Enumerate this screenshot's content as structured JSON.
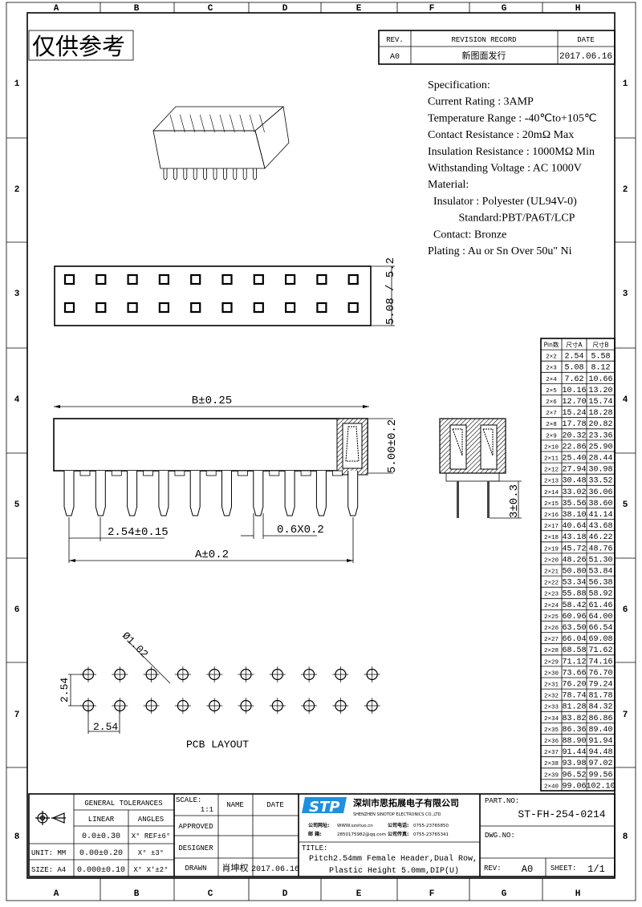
{
  "frame": {
    "columns": [
      "A",
      "B",
      "C",
      "D",
      "E",
      "F",
      "G",
      "H"
    ],
    "rows": [
      "1",
      "2",
      "3",
      "4",
      "5",
      "6",
      "7",
      "8"
    ]
  },
  "stamp": "仅供参考",
  "revision": {
    "headers": [
      "REV.",
      "REVISION RECORD",
      "DATE"
    ],
    "row": [
      "A0",
      "新图面发行",
      "2017.06.16"
    ]
  },
  "specification": [
    "Specification:",
    "Current Rating : 3AMP",
    "Temperature Range : -40℃to+105℃",
    "Contact Resistance : 20mΩ Max",
    "Insulation Resistance : 1000MΩ Min",
    "Withstanding Voltage : AC 1000V",
    "Material:",
    "  Insulator : Polyester (UL94V-0)",
    "           Standard:PBT/PA6T/LCP",
    "  Contact: Bronze",
    "Plating : Au or Sn Over 50u\" Ni"
  ],
  "dimensions": {
    "top_height": "5.08 / 5.2",
    "overall_length": "B±0.25",
    "body_height": "5.00±0.2",
    "pitch": "2.54±0.15",
    "pin_size": "0.6X0.2",
    "pin_span": "A±0.2",
    "tail_length": "3±0.3",
    "hole_dia": "Ø1.02",
    "pcb_pitch_v": "2.54",
    "pcb_pitch_h": "2.54",
    "pcb_label": "PCB LAYOUT"
  },
  "pin_table": {
    "headers": [
      "Pin数",
      "尺寸A",
      "尺寸B"
    ],
    "rows": [
      [
        "2×2",
        "2.54",
        "5.58"
      ],
      [
        "2×3",
        "5.08",
        "8.12"
      ],
      [
        "2×4",
        "7.62",
        "10.66"
      ],
      [
        "2×5",
        "10.16",
        "13.20"
      ],
      [
        "2×6",
        "12.70",
        "15.74"
      ],
      [
        "2×7",
        "15.24",
        "18.28"
      ],
      [
        "2×8",
        "17.78",
        "20.82"
      ],
      [
        "2×9",
        "20.32",
        "23.36"
      ],
      [
        "2×10",
        "22.86",
        "25.90"
      ],
      [
        "2×11",
        "25.40",
        "28.44"
      ],
      [
        "2×12",
        "27.94",
        "30.98"
      ],
      [
        "2×13",
        "30.48",
        "33.52"
      ],
      [
        "2×14",
        "33.02",
        "36.06"
      ],
      [
        "2×15",
        "35.56",
        "38.60"
      ],
      [
        "2×16",
        "38.10",
        "41.14"
      ],
      [
        "2×17",
        "40.64",
        "43.68"
      ],
      [
        "2×18",
        "43.18",
        "46.22"
      ],
      [
        "2×19",
        "45.72",
        "48.76"
      ],
      [
        "2×20",
        "48.26",
        "51.30"
      ],
      [
        "2×21",
        "50.80",
        "53.84"
      ],
      [
        "2×22",
        "53.34",
        "56.38"
      ],
      [
        "2×23",
        "55.88",
        "58.92"
      ],
      [
        "2×24",
        "58.42",
        "61.46"
      ],
      [
        "2×25",
        "60.96",
        "64.00"
      ],
      [
        "2×26",
        "63.50",
        "66.54"
      ],
      [
        "2×27",
        "66.04",
        "69.08"
      ],
      [
        "2×28",
        "68.58",
        "71.62"
      ],
      [
        "2×29",
        "71.12",
        "74.16"
      ],
      [
        "2×30",
        "73.66",
        "76.70"
      ],
      [
        "2×31",
        "76.20",
        "79.24"
      ],
      [
        "2×32",
        "78.74",
        "81.78"
      ],
      [
        "2×33",
        "81.28",
        "84.32"
      ],
      [
        "2×34",
        "83.82",
        "86.86"
      ],
      [
        "2×35",
        "86.36",
        "89.40"
      ],
      [
        "2×36",
        "88.90",
        "91.94"
      ],
      [
        "2×37",
        "91.44",
        "94.48"
      ],
      [
        "2×38",
        "93.98",
        "97.02"
      ],
      [
        "2×39",
        "96.52",
        "99.56"
      ],
      [
        "2×40",
        "99.06",
        "102.10"
      ]
    ]
  },
  "title_block": {
    "general_tolerances": "GENERAL TOLERANCES",
    "linear": "LINEAR",
    "angles": "ANGLES",
    "tol_rows": [
      [
        "0.0±0.30",
        "X° REF±6°"
      ],
      [
        "0.00±0.20",
        "X° ±3°"
      ],
      [
        "0.000±0.10",
        "X° X'±2°"
      ]
    ],
    "unit": "UNIT: MM",
    "size": "SIZE: A4",
    "scale_label": "SCALE:",
    "scale": "1:1",
    "name": "NAME",
    "date": "DATE",
    "approved": "APPROVED",
    "designer": "DESIGNER",
    "drawn": "DRAWN",
    "drawn_name": "肖坤权",
    "drawn_date": "2017.06.16",
    "company_logo": "STP",
    "company_cn": "深圳市思拓展电子有限公司",
    "company_en": "SHENZHEN SINOTOP ELECTRONICS CO.,LTD",
    "website_label": "公司网址:",
    "website": "WWW.szsituo.cn",
    "email_label": "邮    箱:",
    "email": "2850175982@qq.com",
    "phone_label": "公司电话:",
    "phone": "0755-23765850",
    "fax_label": "公司传真:",
    "fax": "0755-23765341",
    "title_label": "TITLE:",
    "title_line1": "Pitch2.54mm Female Header,Dual Row,",
    "title_line2": "Plastic Height 5.0mm,DIP(U)",
    "part_no_label": "PART.NO:",
    "part_no": "ST-FH-254-0214",
    "dwg_no_label": "DWG.NO:",
    "rev_label": "REV:",
    "rev": "A0",
    "sheet_label": "SHEET:",
    "sheet": "1/1",
    "logo_color": "#1e90e0"
  }
}
